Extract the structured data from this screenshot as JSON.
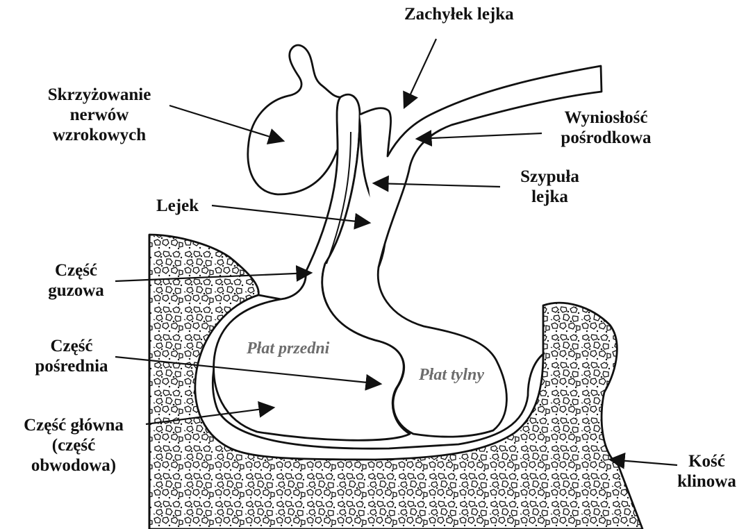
{
  "labels": {
    "zachylek": "Zachyłek lejka",
    "skrzyzowanie": [
      "Skrzyżowanie",
      "nerwów",
      "wzrokowych"
    ],
    "wyniosłosc": [
      "Wyniosłość",
      "pośrodkowa"
    ],
    "szypula": [
      "Szypuła",
      "lejka"
    ],
    "lejek": "Lejek",
    "guzowa": [
      "Część",
      "guzowa"
    ],
    "posrednia": [
      "Część",
      "pośrednia"
    ],
    "glowna": [
      "Część główna",
      "(część",
      "obwodowa)"
    ],
    "kosc": [
      "Kość",
      "klinowa"
    ]
  },
  "lobes": {
    "przedni": "Płat przedni",
    "tylny": "Płat tylny"
  },
  "colors": {
    "ink": "#111111",
    "lobe_text": "#6d6d6d",
    "background": "#ffffff"
  }
}
